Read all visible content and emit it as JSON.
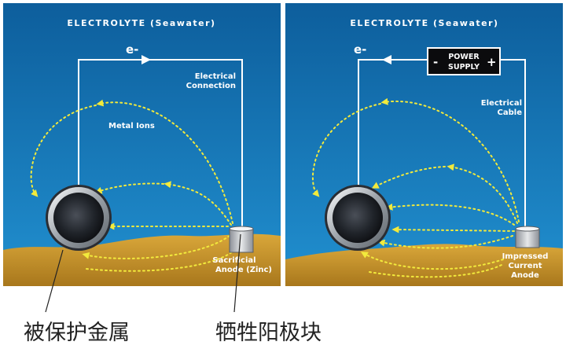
{
  "left_panel": {
    "title": "ELECTROLYTE (Seawater)",
    "electron_label": "e-",
    "connection_label": [
      "Electrical",
      "Connection"
    ],
    "ions_label": "Metal Ions",
    "anode_label": [
      "Sacrificial",
      "Anode (Zinc)"
    ]
  },
  "right_panel": {
    "title": "ELECTROLYTE (Seawater)",
    "electron_label": "e-",
    "power_supply_label": [
      "POWER",
      "SUPPLY"
    ],
    "minus_sign": "-",
    "plus_sign": "+",
    "cable_label": [
      "Electrical",
      "Cable"
    ],
    "anode_label": [
      "Impressed",
      "Current",
      "Anode"
    ]
  },
  "captions": {
    "protected_metal": "被保护金属",
    "sacrificial_anode": "牺牲阳极块"
  },
  "colors": {
    "water_top": "#0d5e9c",
    "water_bottom": "#1f8ccd",
    "seabed": "#c99a2e",
    "ion_arrows": "#f2ea3c",
    "wire": "#ffffff"
  }
}
